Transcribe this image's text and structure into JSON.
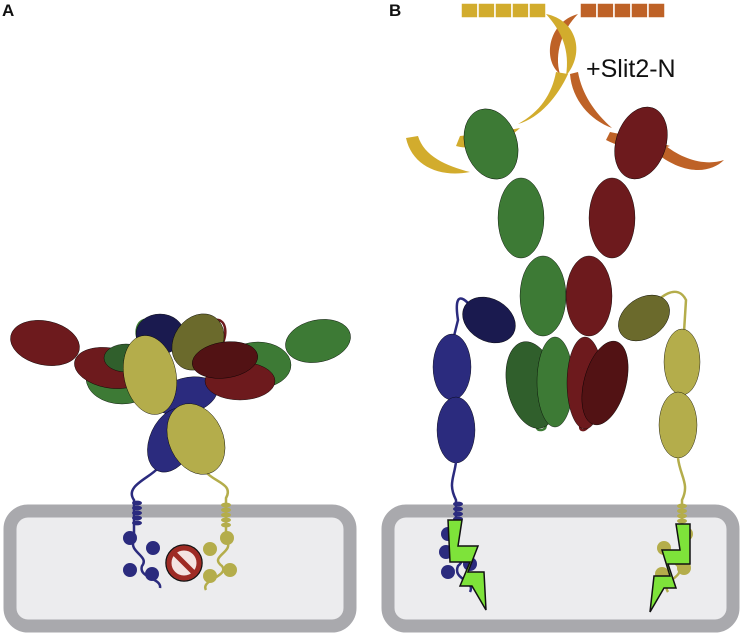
{
  "panels": [
    {
      "label": "A"
    },
    {
      "label": "B"
    }
  ],
  "annotation": "+Slit2-N",
  "colors": {
    "membrane": "#a9a9ad",
    "cytoplasm": "#ececee",
    "blue": "#2b2b7e",
    "navy": "#1a1a4f",
    "yellow": "#b4ad4b",
    "green": "#3d7a35",
    "dark_green": "#305f2c",
    "red": "#6d1a1d",
    "dark_red": "#521214",
    "olive": "#6b6a2c",
    "gold": "#d2ac2d",
    "orange": "#be6227",
    "bolt": "#7ee33a",
    "block_sign": "#9e2a24"
  },
  "icons": [
    "no-signaling-icon",
    "signaling-bolt-icon"
  ]
}
